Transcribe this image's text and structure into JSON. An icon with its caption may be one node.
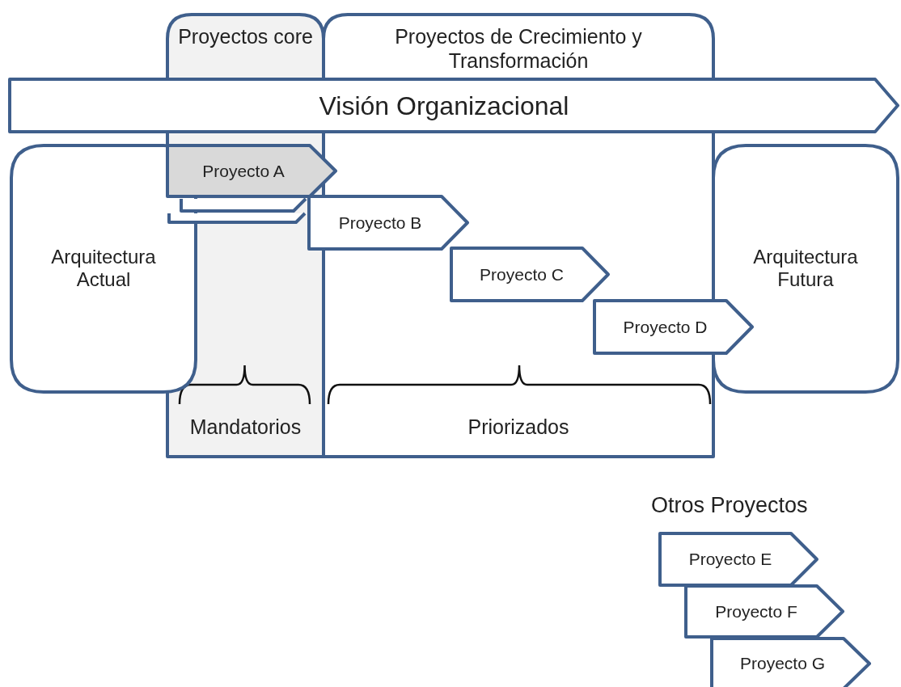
{
  "diagram": {
    "nodes": [
      {
        "text": [
          "Proyectos core",
          "Mandatorios"
        ]
      },
      {
        "text": [
          "Proyectos de Crecimiento y Transformación",
          "Priorizados"
        ]
      },
      {
        "text": [
          "Visión Organizacional"
        ]
      },
      {
        "text": [
          "Arquitectura Actual"
        ]
      },
      {
        "text": [],
        "shape": "chevron",
        "in": 0
      },
      {
        "text": [],
        "shape": "chevron",
        "in": 0
      },
      {
        "text": [
          "Proyecto A"
        ]
      },
      {
        "text": [
          "Proyecto B"
        ]
      },
      {
        "text": [
          "Proyecto C"
        ],
        "in": 1
      },
      {
        "text": [
          "Proyecto D"
        ]
      },
      {
        "text": [
          "Arquitectura Futura"
        ]
      },
      {
        "text": [
          "Proyecto E"
        ]
      },
      {
        "text": [
          "Proyecto F"
        ]
      },
      {
        "text": [
          "Proyecto G"
        ]
      }
    ],
    "edges": [],
    "labels": [
      "Otros Proyectos"
    ]
  }
}
